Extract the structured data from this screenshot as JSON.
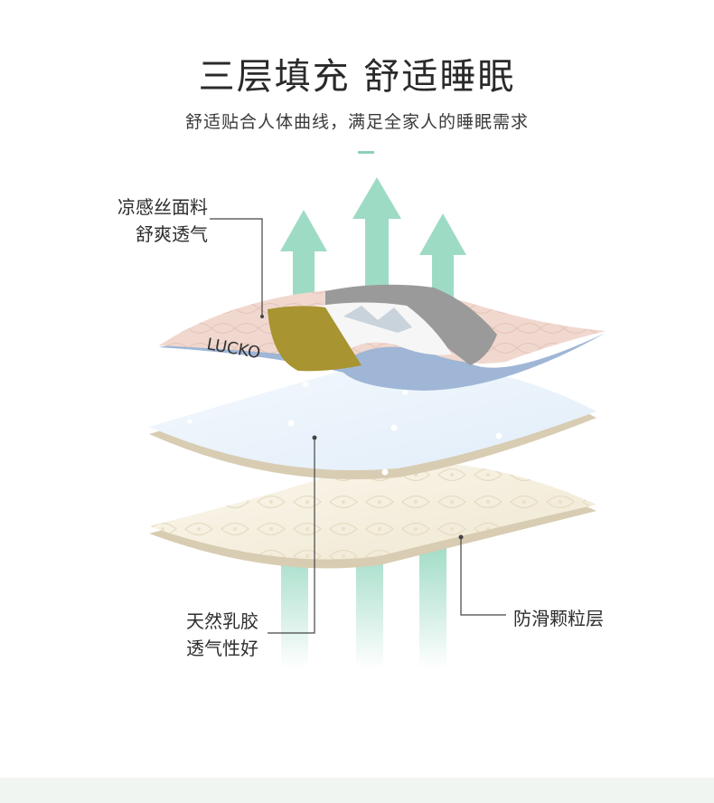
{
  "header": {
    "title": "三层填充 舒适睡眠",
    "subtitle": "舒适贴合人体曲线，满足全家人的睡眠需求"
  },
  "labels": {
    "top_left_line1": "凉感丝面料",
    "top_left_line2": "舒爽透气",
    "bottom_left_line1": "天然乳胶",
    "bottom_left_line2": "透气性好",
    "right": "防滑颗粒层"
  },
  "colors": {
    "arrow": "#9edbc5",
    "fabric_pink": "#f1d8cf",
    "fabric_gray": "#9a9a9a",
    "fabric_olive": "#a89430",
    "back_blue": "#9fb6d6",
    "foam_blue": "#eaf3fb",
    "latex_cream": "#f5efdf",
    "edge_beige": "#d8ccb2"
  }
}
